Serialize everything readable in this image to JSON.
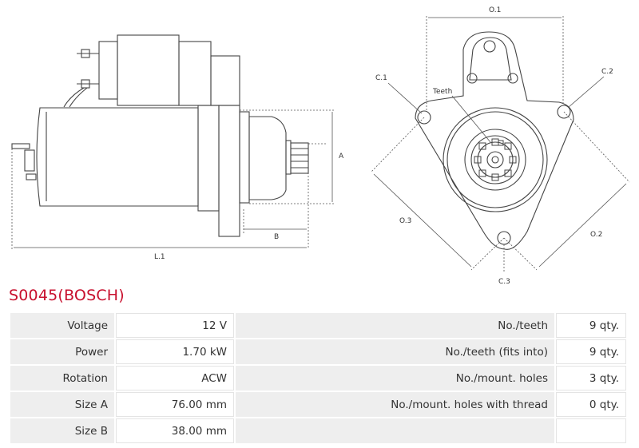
{
  "drawing": {
    "labels": {
      "l1": "L.1",
      "a": "A",
      "b": "B",
      "o1": "O.1",
      "o2": "O.2",
      "o3": "O.3",
      "c1": "C.1",
      "c2": "C.2",
      "c3": "C.3",
      "teeth": "Teeth"
    }
  },
  "product": {
    "title": "S0045(BOSCH)",
    "title_color": "#c8102e"
  },
  "specs": {
    "rows": [
      {
        "label": "Voltage",
        "value": "12 V",
        "label2": "No./teeth",
        "value2": "9 qty."
      },
      {
        "label": "Power",
        "value": "1.70 kW",
        "label2": "No./teeth (fits into)",
        "value2": "9 qty."
      },
      {
        "label": "Rotation",
        "value": "ACW",
        "label2": "No./mount. holes",
        "value2": "3 qty."
      },
      {
        "label": "Size A",
        "value": "76.00 mm",
        "label2": "No./mount. holes with thread",
        "value2": "0 qty."
      },
      {
        "label": "Size B",
        "value": "38.00 mm",
        "label2": "",
        "value2": ""
      }
    ]
  }
}
